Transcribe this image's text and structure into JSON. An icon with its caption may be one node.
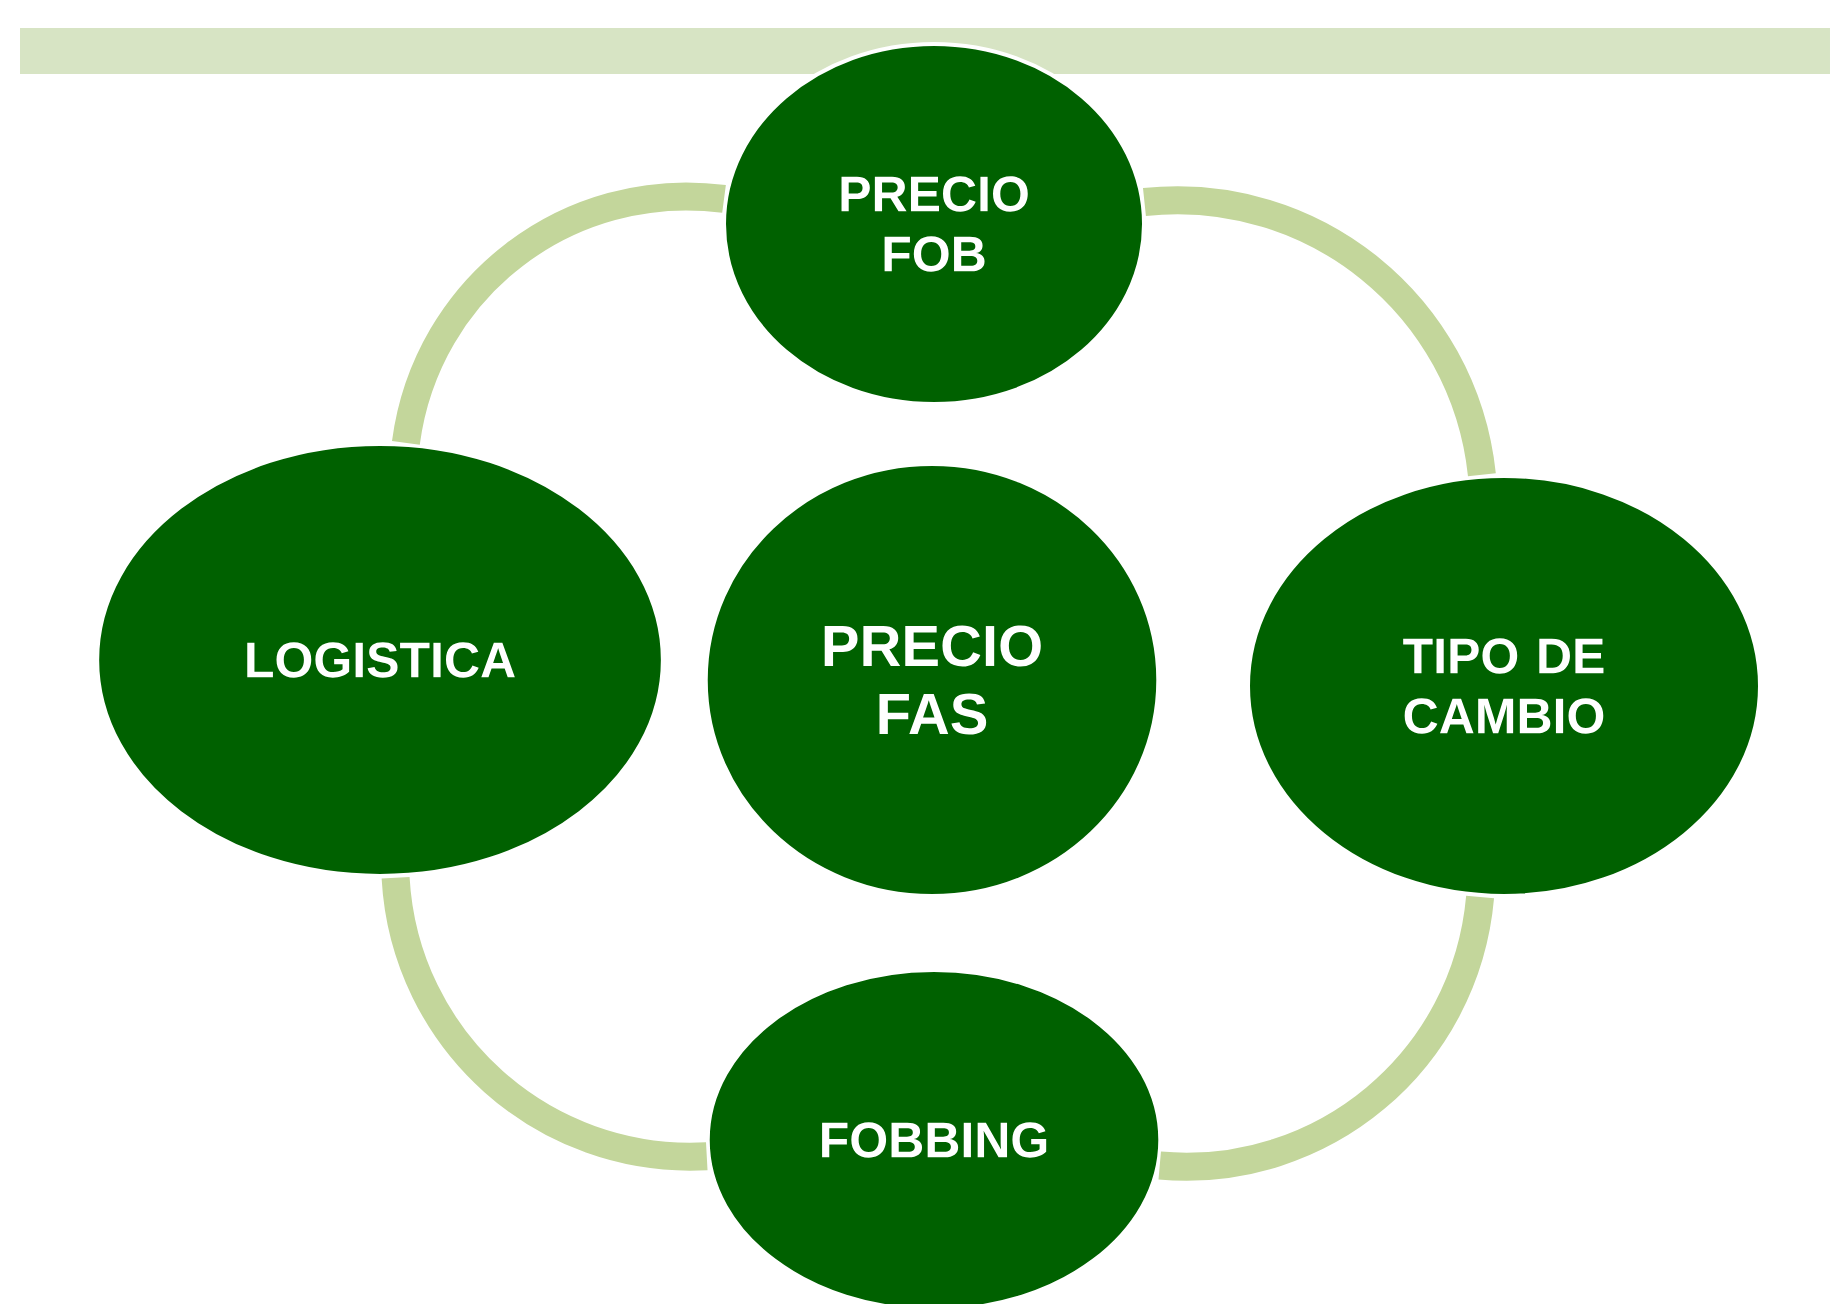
{
  "diagram": {
    "nodes": [
      {
        "text": [
          "PRECIO FOB"
        ]
      },
      {
        "text": [
          "LOGISTICA"
        ]
      },
      {
        "text": [
          "PRECIO FAS"
        ]
      },
      {
        "text": [
          "TIPO DE CAMBIO"
        ]
      },
      {
        "text": [
          "FOBBING"
        ]
      }
    ],
    "edges": [
      {
        "from": 0,
        "to": 3,
        "arrow": "none"
      },
      {
        "from": 3,
        "to": 4,
        "arrow": "none"
      },
      {
        "from": 4,
        "to": 1,
        "arrow": "none"
      },
      {
        "from": 1,
        "to": 0,
        "arrow": "none"
      }
    ]
  }
}
